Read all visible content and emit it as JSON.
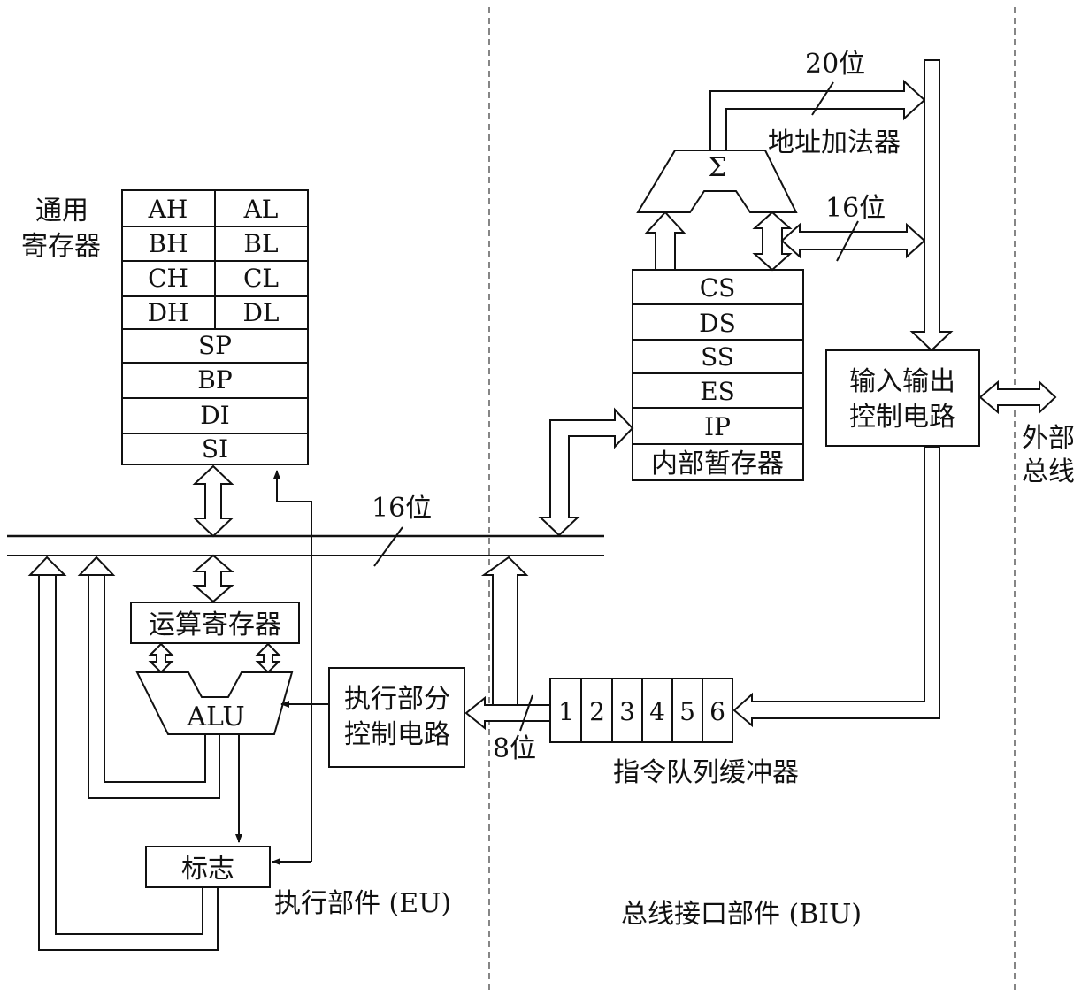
{
  "general_registers": {
    "title_line1": "通用",
    "title_line2": "寄存器",
    "pairs": [
      {
        "high": "AH",
        "low": "AL"
      },
      {
        "high": "BH",
        "low": "BL"
      },
      {
        "high": "CH",
        "low": "CL"
      },
      {
        "high": "DH",
        "low": "DL"
      }
    ],
    "pointers": [
      "SP",
      "BP",
      "DI",
      "SI"
    ]
  },
  "segment_registers": {
    "items": [
      "CS",
      "DS",
      "SS",
      "ES",
      "IP"
    ],
    "temp_label": "内部暂存器"
  },
  "adder": {
    "symbol": "Σ",
    "label": "地址加法器"
  },
  "io_control": {
    "line1": "输入输出",
    "line2": "控制电路"
  },
  "external_bus": {
    "line1": "外部",
    "line2": "总线"
  },
  "bit_labels": {
    "addr_20": "20位",
    "seg_16": "16位",
    "internal_16": "16位",
    "queue_8": "8位"
  },
  "alu": {
    "label": "ALU",
    "operand_register": "运算寄存器",
    "flags": "标志"
  },
  "eu_control": {
    "line1": "执行部分",
    "line2": "控制电路"
  },
  "queue": {
    "cells": [
      "1",
      "2",
      "3",
      "4",
      "5",
      "6"
    ],
    "label": "指令队列缓冲器"
  },
  "sections": {
    "eu": "执行部件 (EU)",
    "biu": "总线接口部件 (BIU)"
  }
}
